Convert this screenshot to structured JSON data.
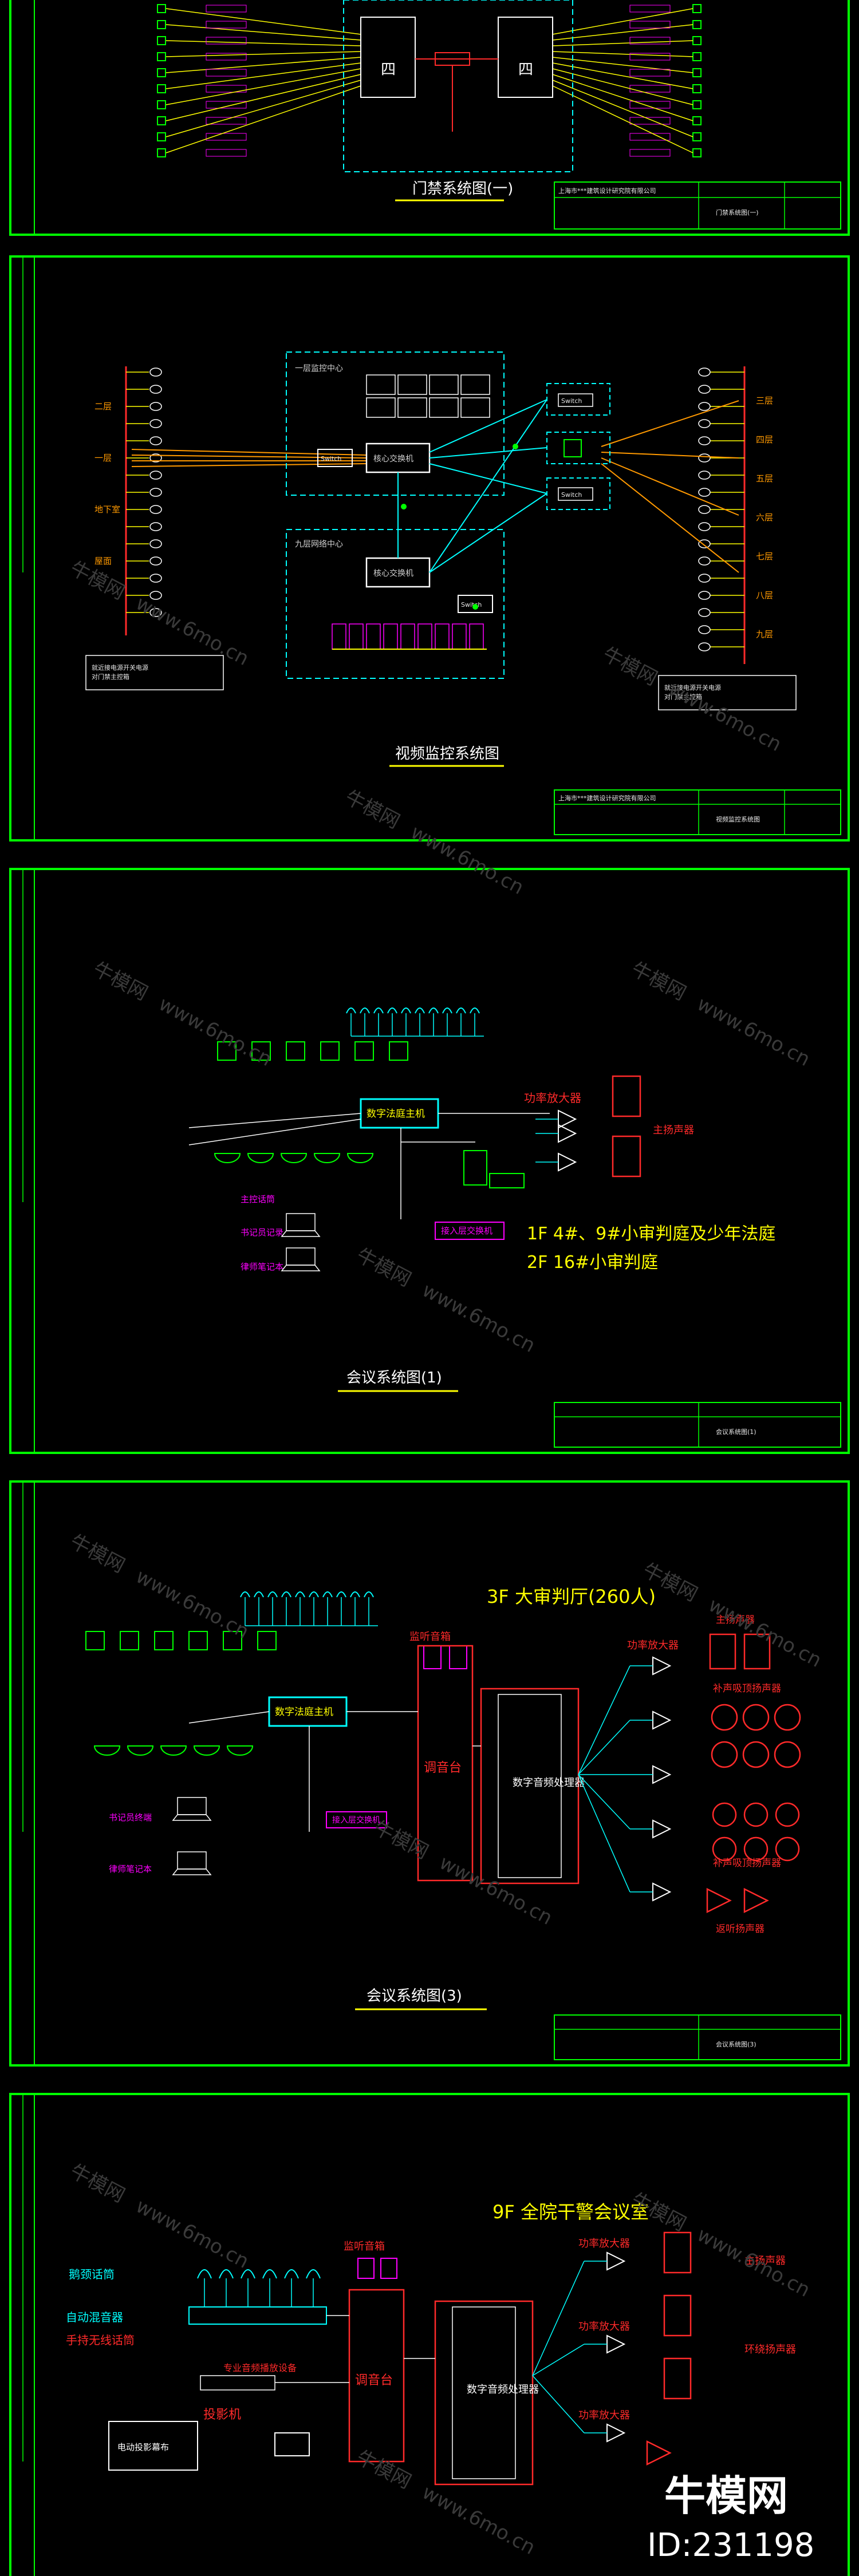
{
  "panels": {
    "p1": {
      "title": "门禁系统图(一)",
      "node": "四",
      "tb_org": "上海市***建筑设计研究院有限公司",
      "tb_name": "门禁系统图(一)"
    },
    "p2": {
      "title": "视频监控系统图",
      "center_a": "一层监控中心",
      "center_b": "九层网络中心",
      "core_a": "核心交换机",
      "core_b": "核心交换机",
      "switch": "Switch",
      "left_floors": [
        "二层",
        "一层",
        "地下室",
        "屋面"
      ],
      "right_floors": [
        "三层",
        "四层",
        "五层",
        "六层",
        "七层",
        "八层",
        "九层"
      ],
      "note_left": "就近接电源开关电源\n对门禁主控箱",
      "note_right": "就近接电源开关电源\n对门禁主控箱",
      "tb_org": "上海市***建筑设计研究院有限公司",
      "tb_name": "视频监控系统图"
    },
    "p3": {
      "title": "会议系统图(1)",
      "host": "数字法庭主机",
      "power_amp": "功率放大器",
      "speaker": "主扬声器",
      "access_switch": "接入层交换机",
      "device_a": "主控话筒",
      "device_b": "书记员记录",
      "device_c": "律师笔记本",
      "note1": "1F 4#、9#小审判庭及少年法庭",
      "note2": "2F 16#小审判庭",
      "tb_name": "会议系统图(1)"
    },
    "p4": {
      "title": "会议系统图(3)",
      "heading": "3F 大审判厅(260人)",
      "host": "数字法庭主机",
      "mixer": "调音台",
      "proc": "数字音频处理器",
      "monitor": "监听音箱",
      "access_switch": "接入层交换机",
      "device_a": "书记员终端",
      "device_b": "律师笔记本",
      "speakers": [
        "主扬声器",
        "补声吸顶扬声器",
        "补声吸顶扬声器",
        "返听扬声器"
      ],
      "amp": "功率放大器",
      "tb_name": "会议系统图(3)"
    },
    "p5": {
      "heading": "9F 全院干警会议室",
      "mics": "鹅颈话筒",
      "auto_mixer": "自动混音器",
      "wireless": "手持无线话筒",
      "player": "专业音频播放设备",
      "projector": "投影机",
      "screen": "电动投影幕布",
      "monitor": "监听音箱",
      "mixer": "调音台",
      "proc": "数字音频处理器",
      "amp": "功率放大器",
      "speakers": [
        "主扬声器",
        "环绕扬声器"
      ]
    }
  },
  "watermark": {
    "brand": "牛模网",
    "site": "www.6mo.cn"
  },
  "logo": {
    "brand": "牛模网",
    "id": "ID:231198"
  },
  "colors": {
    "frame": "#00ff00",
    "cyan": "#00ffff",
    "yellow": "#ffff00",
    "red": "#ff2a2a",
    "magenta": "#ff00ff",
    "white": "#ffffff"
  }
}
